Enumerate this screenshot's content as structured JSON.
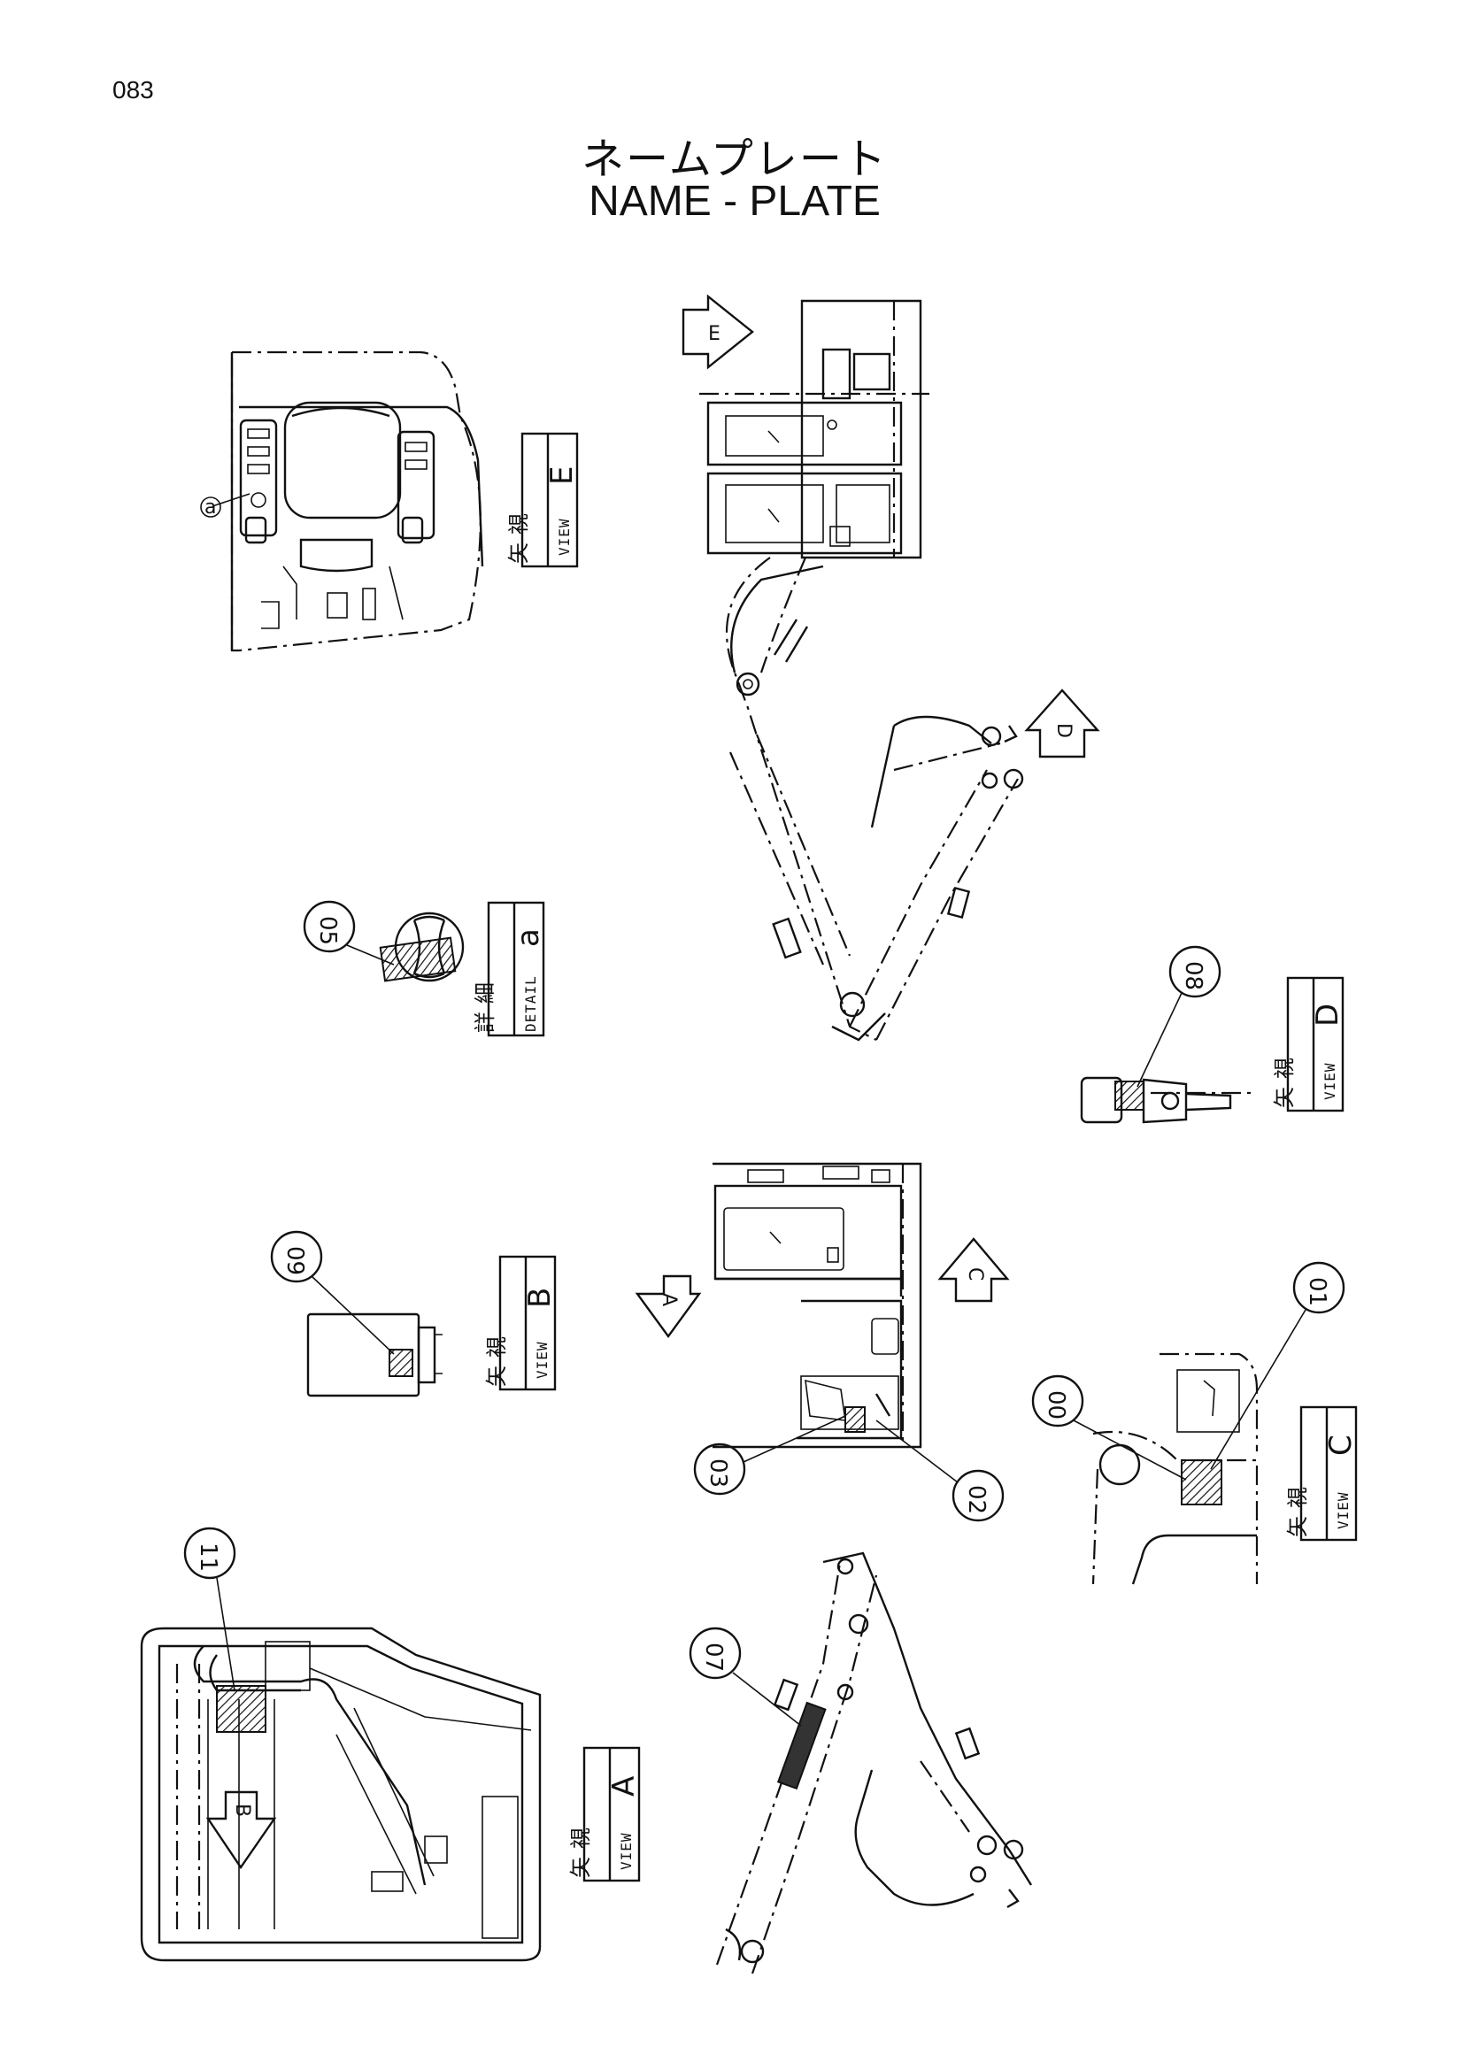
{
  "page_number": "083",
  "title_jp": "ネームプレート",
  "title_en": "NAME - PLATE",
  "views": [
    {
      "kanji1": "矢",
      "kanji2": "視",
      "en": "VIEW",
      "letter": "E"
    },
    {
      "kanji1": "詳",
      "kanji2": "細",
      "en": "DETAIL",
      "letter": "a"
    },
    {
      "kanji1": "矢",
      "kanji2": "視",
      "en": "VIEW",
      "letter": "D"
    },
    {
      "kanji1": "矢",
      "kanji2": "視",
      "en": "VIEW",
      "letter": "B"
    },
    {
      "kanji1": "矢",
      "kanji2": "視",
      "en": "VIEW",
      "letter": "C"
    },
    {
      "kanji1": "矢",
      "kanji2": "視",
      "en": "VIEW",
      "letter": "A"
    }
  ],
  "callouts": [
    "05",
    "08",
    "09",
    "03",
    "02",
    "00",
    "01",
    "11",
    "07"
  ],
  "detail_marker": "a",
  "arrows": [
    "E",
    "D",
    "A",
    "C",
    "B"
  ],
  "colors": {
    "line": "#111111",
    "hatch": "#111111",
    "background": "#ffffff"
  }
}
